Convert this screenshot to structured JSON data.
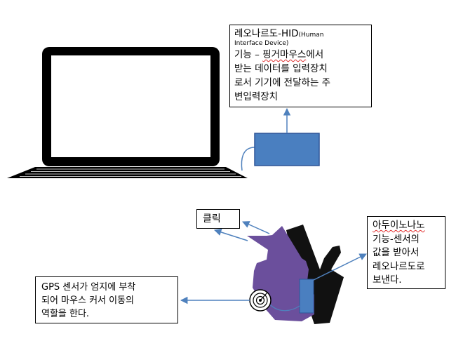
{
  "callouts": {
    "leonardo": {
      "title_main": "레오나르도-HID",
      "title_paren_1": "(Human",
      "title_paren_2": "Interface Device)",
      "line1_prefix": "기능 – ",
      "line1_marked": "핑거마우스",
      "line1_suffix": "에서",
      "line2": "받는 데이터를 입력장치",
      "line3": "로서 기기에 전달하는 주",
      "line4": "변입력장치"
    },
    "click": {
      "label": "클릭"
    },
    "arduino": {
      "line1": "아두이노나노",
      "line2": "기능-센서의",
      "line3": "값을 받아서",
      "line4": "레오나르도로",
      "line5": "보낸다."
    },
    "gps": {
      "line1": "GPS 센서가 엄지에 부착",
      "line2": "되어 마우스 커서 이동의",
      "line3": "역할을 한다."
    }
  },
  "colors": {
    "arrow": "#4f81bd",
    "module_fill": "#4a7fc0",
    "module_stroke": "#2f5597",
    "finger_purple": "#6b4f9c",
    "finger_black": "#111111",
    "outline": "#000000",
    "squiggle": "#e03030"
  }
}
